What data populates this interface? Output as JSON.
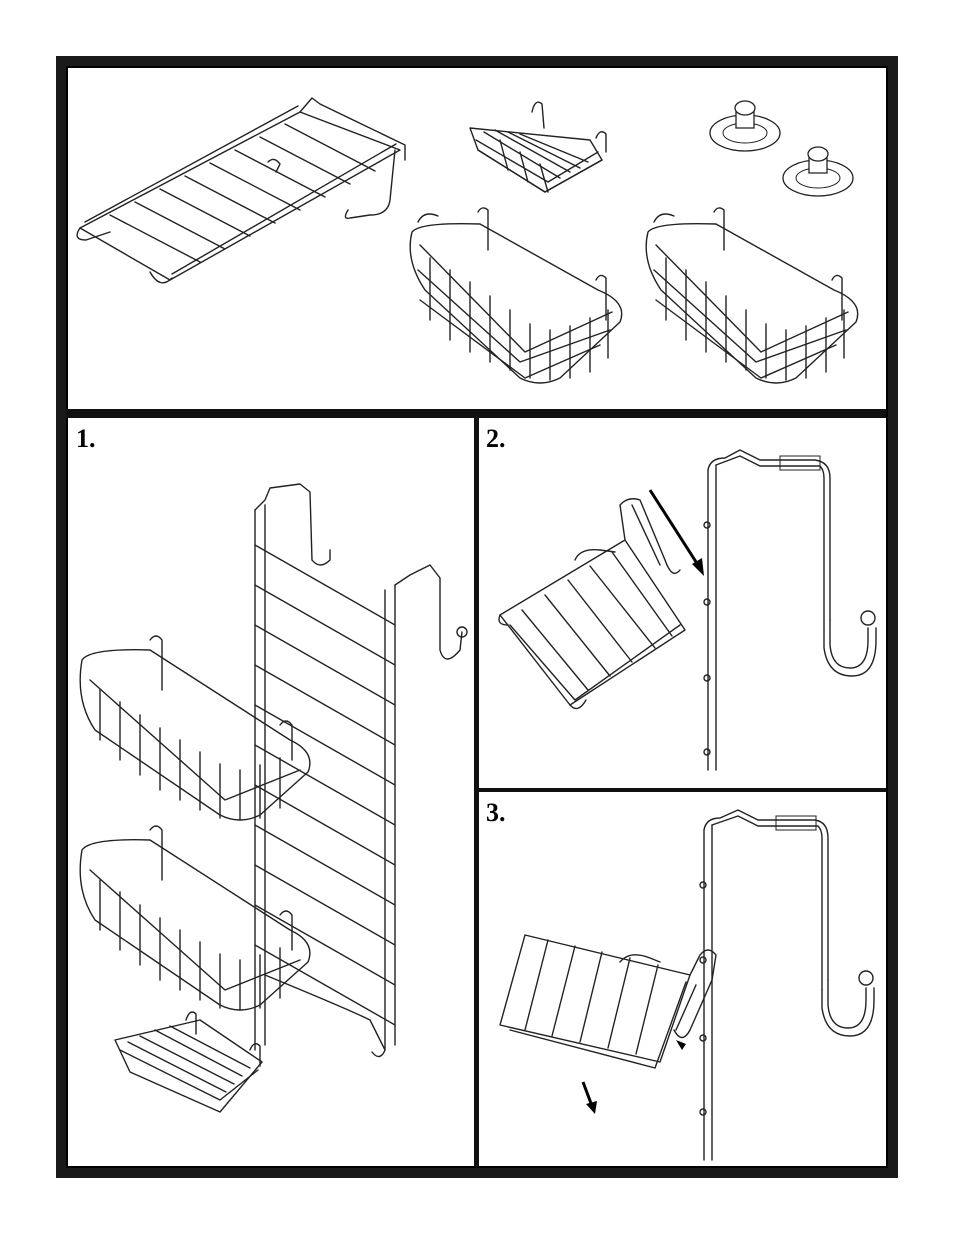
{
  "steps": {
    "step1": {
      "number": "1."
    },
    "step2": {
      "number": "2."
    },
    "step3": {
      "number": "3."
    }
  },
  "parts": [
    {
      "icon": "over-door-rack-icon"
    },
    {
      "icon": "soap-dish-basket-icon"
    },
    {
      "icon": "suction-cup-icon"
    },
    {
      "icon": "large-basket-icon"
    },
    {
      "icon": "large-basket-icon"
    }
  ],
  "colors": {
    "frame": "#1a1a1a",
    "lines": "#222222",
    "background": "#ffffff"
  }
}
